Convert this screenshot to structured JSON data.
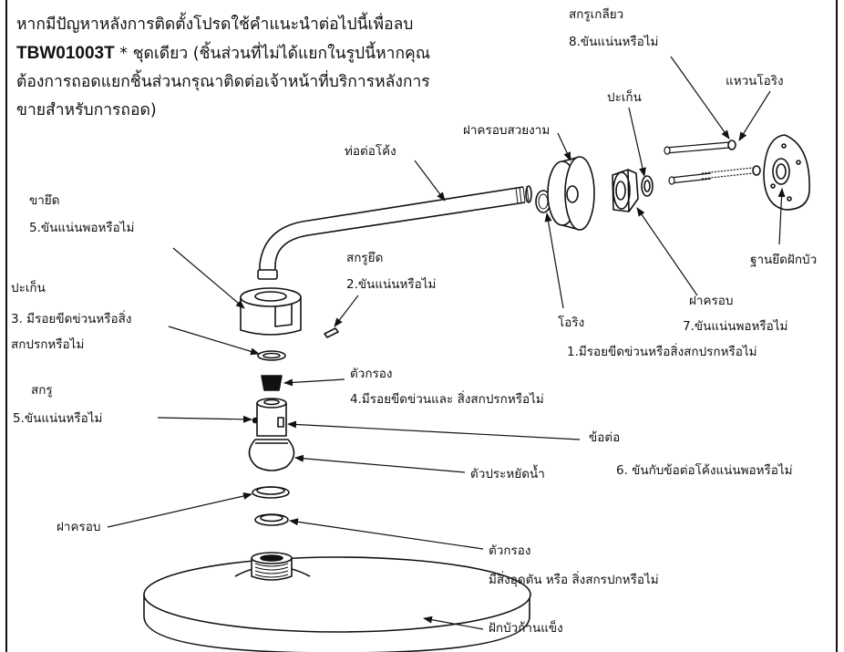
{
  "intro": {
    "line1": "หากมีปัญหาหลังการติดตั้งโปรดใช้คำแนะนำต่อไปนี้เพื่อลบ",
    "model": "TBW01003T",
    "line2_rest": " * ชุดเดียว (ชิ้นส่วนที่ไม่ได้แยกในรูปนี้หากคุณ",
    "line3": "ต้องการถอดแยกชิ้นส่วนกรุณาติดต่อเจ้าหน้าที่บริการหลังการ",
    "line4": "ขายสำหรับการถอด)"
  },
  "labels": {
    "screw_top_name": "สกรูเกลียว",
    "screw_top_check": "8.ขันแน่นหรือไม่",
    "oring_ring": "แหวนโอริง",
    "gasket_top": "ปะเก็น",
    "decor_cover": "ฝาครอบสวยงาม",
    "bent_pipe": "ท่อต่อโค้ง",
    "mount_base": "ฐานยึดฝักบัว",
    "cover_mid": "ฝาครอบ",
    "cover_mid_check": "7.ขันแน่นพอหรือไม่",
    "oring": "โอริง",
    "oring_check": "1.มีรอยขีดข่วนหรือสิ่งสกปรกหรือไม่",
    "bracket": "ขายึด",
    "bracket_check": "5.ขันแน่นพอหรือไม่",
    "set_screw": "สกรูยึด",
    "set_screw_check": "2.ขันแน่นหรือไม่",
    "gasket_left": "ปะเก็น",
    "gasket_left_check1": "3. มีรอยขีดข่วนหรือสิ่ง",
    "gasket_left_check2": "สกปรกหรือไม่",
    "filter_top": "ตัวกรอง",
    "filter_top_check": "4.มีรอยขีดข่วนและ สิ่งสกปรกหรือไม่",
    "screw_small": "สกรู",
    "screw_small_check": "5.ขันแน่นหรือไม่",
    "connector": "ข้อต่อ",
    "connector_check": "6. ขันกับข้อต่อโค้งแน่นพอหรือไม่",
    "water_saver": "ตัวประหยัดน้ำ",
    "cover_low": "ฝาครอบ",
    "filter_low": "ตัวกรอง",
    "filter_low_check": "มีสิ่งอุดตัน หรือ สิ่งสกรปกหรือไม่",
    "shower_head": "ฝักบัวก้านแข็ง"
  }
}
